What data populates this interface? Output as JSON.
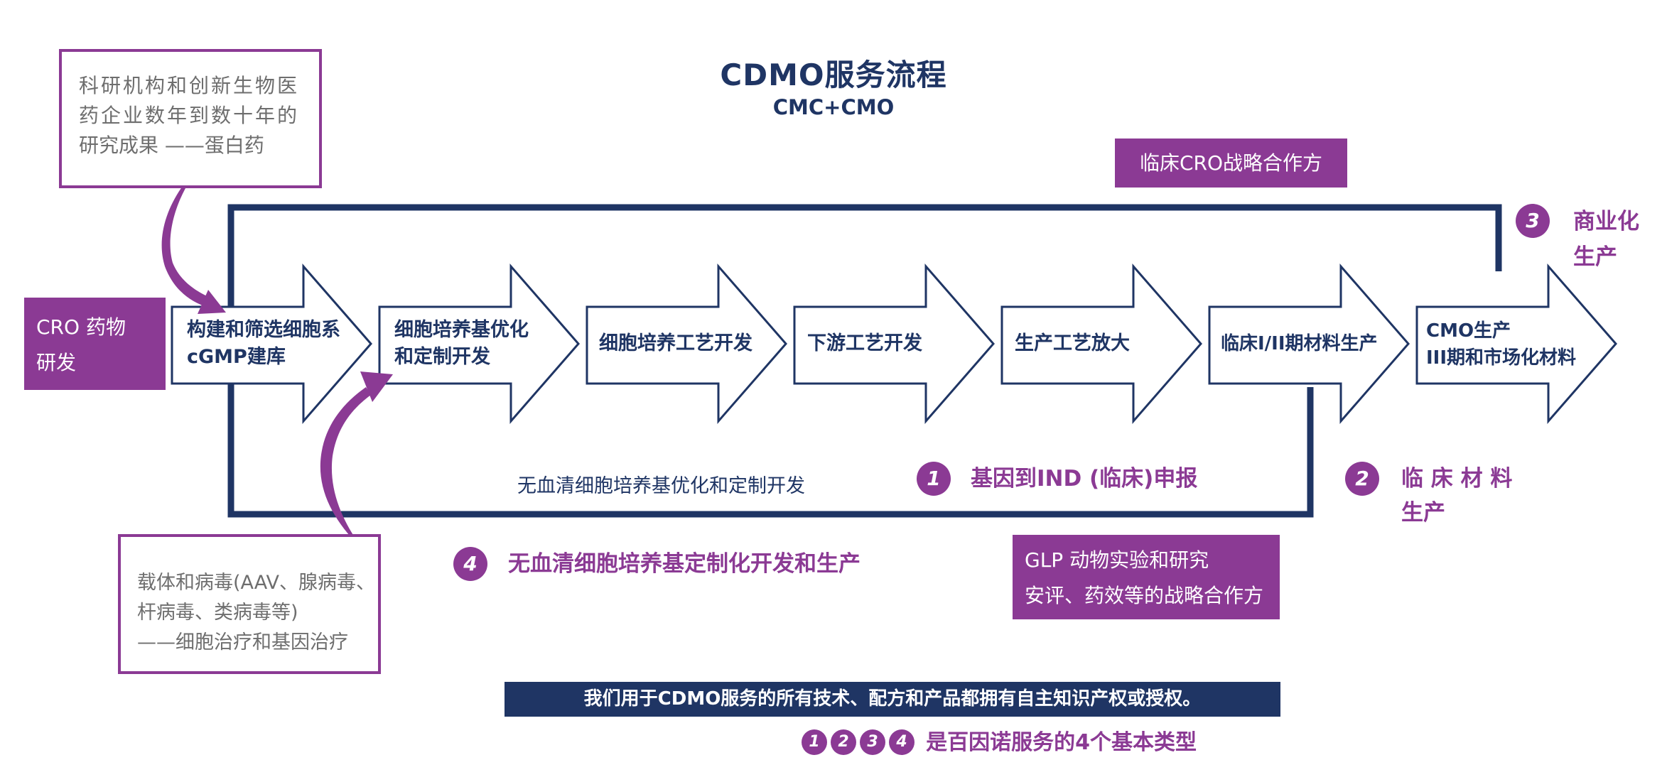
{
  "header": {
    "title": "CDMO服务流程",
    "subtitle": "CMC+CMO"
  },
  "colors": {
    "navy": "#1f3564",
    "purple": "#8b3a94",
    "note_text": "#6e6e6e"
  },
  "notes": {
    "protein_drug": [
      "科研机构和创新生物医",
      "药企业数年到数十年的",
      "研究成果 ——蛋白药"
    ],
    "gene_therapy": [
      "载体和病毒(AAV、腺病毒、",
      "杆病毒、类病毒等)",
      "——细胞治疗和基因治疗"
    ]
  },
  "partner_boxes": {
    "cro_research": [
      "CRO 药物",
      "研发"
    ],
    "clinical_cro": "临床CRO战略合作方",
    "glp": [
      "GLP 动物实验和研究",
      "安评、药效等的战略合作方"
    ]
  },
  "process_steps": [
    {
      "lines": [
        "构建和筛选细胞系",
        "cGMP建库"
      ]
    },
    {
      "lines": [
        "细胞培养基优化",
        "和定制开发"
      ]
    },
    {
      "lines": [
        "细胞培养工艺开发"
      ]
    },
    {
      "lines": [
        "下游工艺开发"
      ]
    },
    {
      "lines": [
        "生产工艺放大"
      ]
    },
    {
      "lines": [
        "临床I/II期材料生产"
      ]
    },
    {
      "lines": [
        "CMO生产",
        "III期和市场化材料"
      ]
    }
  ],
  "inner_note": "无血清细胞培养基优化和定制开发",
  "service_types": [
    {
      "number": "1",
      "lines": [
        "基因到IND (临床)申报"
      ]
    },
    {
      "number": "2",
      "lines": [
        "临 床 材 料",
        "生产"
      ]
    },
    {
      "number": "3",
      "lines": [
        "商业化",
        "生产"
      ]
    },
    {
      "number": "4",
      "lines": [
        "无血清细胞培养基定制化开发和生产"
      ]
    }
  ],
  "footer": {
    "banner": "我们用于CDMO服务的所有技术、配方和产品都拥有自主知识产权或授权。",
    "legend_numbers": [
      "1",
      "2",
      "3",
      "4"
    ],
    "legend_text": "是百因诺服务的4个基本类型"
  }
}
